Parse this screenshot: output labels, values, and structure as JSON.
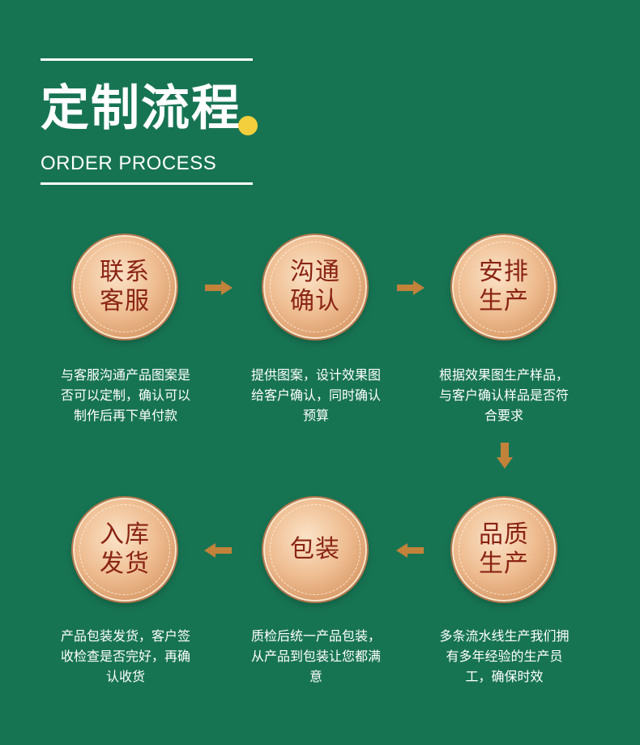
{
  "header": {
    "title": "定制流程",
    "subtitle": "ORDER PROCESS"
  },
  "colors": {
    "background": "#177453",
    "accent_dot": "#f3cf3d",
    "arrow": "#c2823a",
    "medal_text": "#8a2414"
  },
  "steps": [
    {
      "label": "联系客服",
      "description": "与客服沟通产品图案是否可以定制，确认可以制作后再下单付款"
    },
    {
      "label": "沟通确认",
      "description": "提供图案，设计效果图给客户确认，同时确认预算"
    },
    {
      "label": "安排生产",
      "description": "根据效果图生产样品，与客户确认样品是否符合要求"
    },
    {
      "label": "品质生产",
      "description": "多条流水线生产我们拥有多年经验的生产员工，确保时效"
    },
    {
      "label": "包装",
      "description": "质检后统一产品包装，从产品到包装让您都满意"
    },
    {
      "label": "入库发货",
      "description": "产品包装发货，客户签收检查是否完好，再确认收货"
    }
  ],
  "icons": {
    "flow_arrow": "arrow-icon"
  }
}
